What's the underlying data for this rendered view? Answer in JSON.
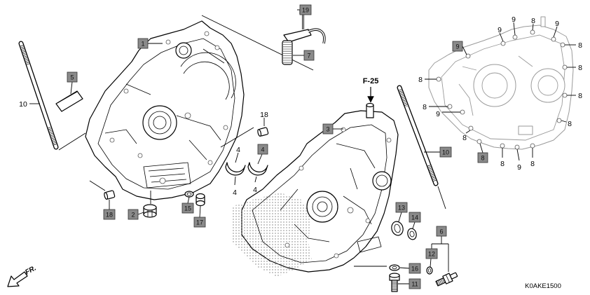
{
  "diagram": {
    "code": "K0AKE1500",
    "reference": "F-25",
    "front_label": "FR."
  },
  "callouts": {
    "boxed": [
      "1",
      "19",
      "7",
      "5",
      "9",
      "3",
      "4",
      "10",
      "8",
      "13",
      "14",
      "6",
      "12",
      "16",
      "11",
      "2",
      "15",
      "17",
      "18"
    ],
    "plain": [
      "10",
      "18",
      "4",
      "4",
      "4",
      "9",
      "8",
      "9",
      "9",
      "8",
      "8",
      "8",
      "8",
      "8",
      "8",
      "9",
      "8",
      "8",
      "9",
      "8"
    ]
  },
  "colors": {
    "line": "#000000",
    "box_fill": "#8a8a8a",
    "hidden_case_outline": "#9a9a9a"
  }
}
